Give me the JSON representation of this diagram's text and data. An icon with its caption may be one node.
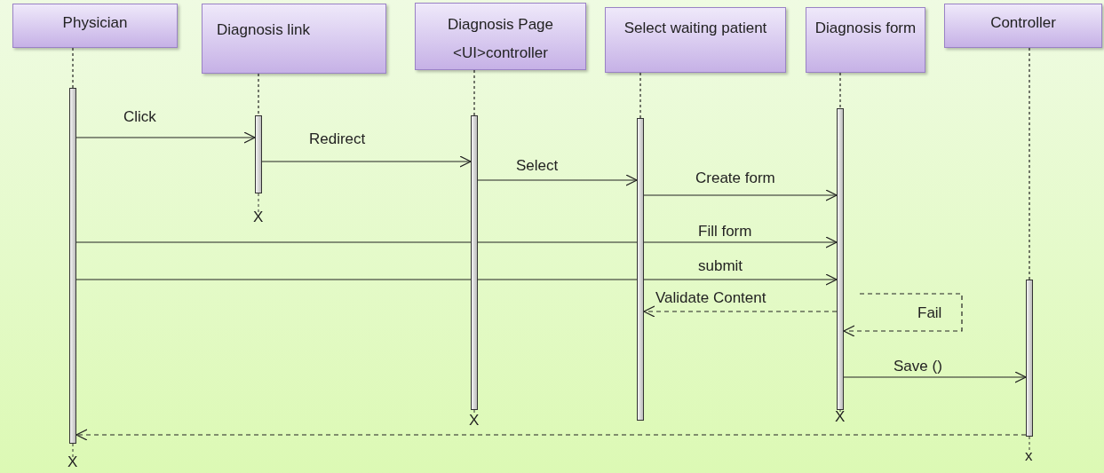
{
  "diagram": {
    "nodes": [
      {
        "text": [
          "Physician"
        ]
      },
      {
        "text": [
          "Diagnosis link"
        ]
      },
      {
        "text": [
          "Diagnosis Page <UI>controller"
        ]
      },
      {
        "text": [
          "Select waiting patient"
        ]
      },
      {
        "text": [
          "Diagnosis form"
        ]
      },
      {
        "text": [
          "Controller"
        ]
      },
      {
        "text": [],
        "shape": "bar",
        "beside": [
          "X"
        ]
      },
      {
        "text": [],
        "shape": "bar",
        "beside": [
          "X"
        ]
      },
      {
        "text": [],
        "shape": "bar",
        "beside": [
          "X"
        ]
      },
      {
        "text": [],
        "shape": "bar"
      },
      {
        "text": [],
        "shape": "bar",
        "beside": [
          "X"
        ]
      },
      {
        "text": [],
        "shape": "bar",
        "beside": [
          "x"
        ]
      }
    ],
    "edges": [
      {
        "from": 0,
        "to": 6,
        "arrow": "none",
        "style": "dashed"
      },
      {
        "from": 1,
        "to": 7,
        "arrow": "none",
        "style": "dashed"
      },
      {
        "from": 2,
        "to": 8,
        "arrow": "none",
        "style": "dashed"
      },
      {
        "from": 3,
        "to": 9,
        "arrow": "none",
        "style": "dashed"
      },
      {
        "from": 4,
        "to": 10,
        "arrow": "none",
        "style": "dashed"
      },
      {
        "from": 5,
        "to": 11,
        "arrow": "none",
        "style": "dashed"
      },
      {
        "from": 6,
        "to": 7,
        "arrow": "to",
        "label": "Click"
      },
      {
        "from": 7,
        "to": 8,
        "arrow": "to",
        "label": "Redirect"
      },
      {
        "from": 8,
        "to": 9,
        "arrow": "to",
        "label": "Select"
      },
      {
        "from": 9,
        "to": 10,
        "arrow": "to",
        "label": "Create form"
      },
      {
        "from": 6,
        "to": 10,
        "arrow": "to",
        "label": "Fill form"
      },
      {
        "from": 6,
        "to": 10,
        "arrow": "to",
        "label": "submit"
      },
      {
        "from": 10,
        "to": 9,
        "arrow": "to",
        "label": "Validate Content",
        "style": "dashed"
      },
      {
        "from": null,
        "to": 10,
        "arrow": "to",
        "label": "Fail",
        "style": "dashed"
      },
      {
        "from": 10,
        "to": 11,
        "arrow": "to",
        "label": "Save ()"
      },
      {
        "from": 11,
        "to": 6,
        "arrow": "to",
        "style": "dashed"
      }
    ]
  }
}
